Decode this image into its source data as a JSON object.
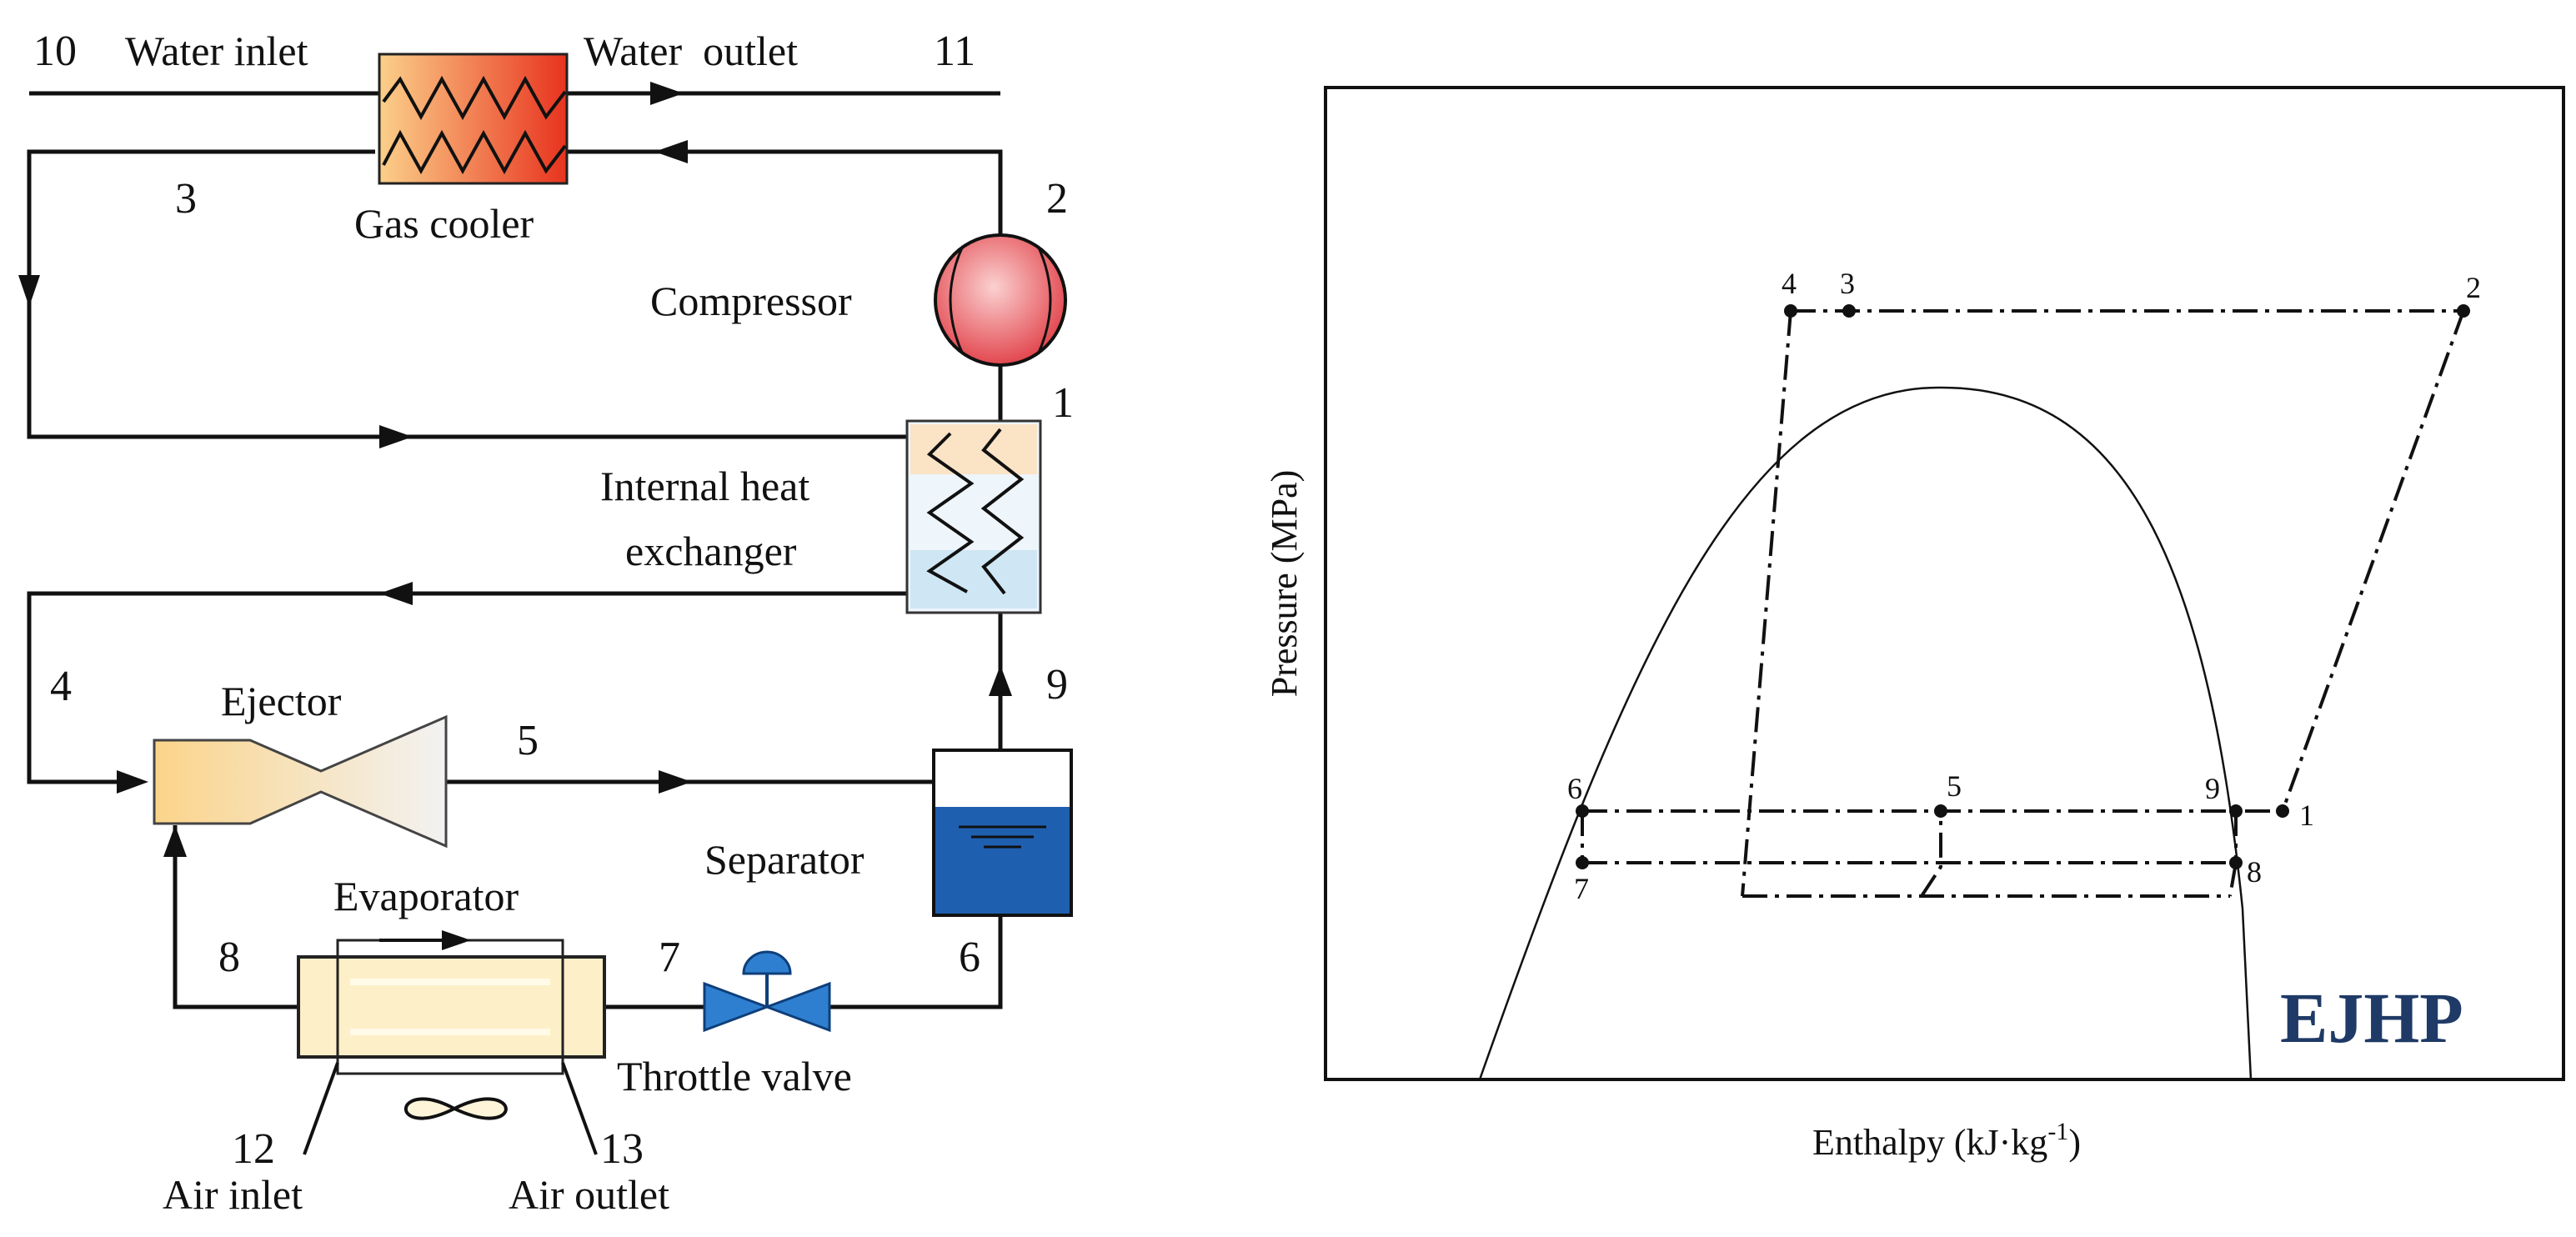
{
  "schematic": {
    "labels": {
      "water_inlet": "Water inlet",
      "water_outlet": "Water  outlet",
      "gas_cooler": "Gas cooler",
      "compressor": "Compressor",
      "ihx_line1": "Internal heat",
      "ihx_line2": "exchanger",
      "ejector": "Ejector",
      "separator": "Separator",
      "evaporator": "Evaporator",
      "throttle_valve": "Throttle valve",
      "air_inlet": "Air inlet",
      "air_outlet": "Air outlet"
    },
    "numbers": {
      "n10": "10",
      "n11": "11",
      "n2": "2",
      "n3": "3",
      "n1": "1",
      "n4": "4",
      "n9": "9",
      "n5": "5",
      "n8": "8",
      "n7": "7",
      "n6": "6",
      "n12": "12",
      "n13": "13"
    }
  },
  "ph_diagram": {
    "xlabel_main": "Enthalpy (kJ·kg",
    "xlabel_sup": "-1",
    "xlabel_end": ")",
    "ylabel": "Pressure (MPa)",
    "state_labels": {
      "s1": "1",
      "s2": "2",
      "s3": "3",
      "s4": "4",
      "s5": "5",
      "s6": "6",
      "s7": "7",
      "s8": "8",
      "s9": "9"
    },
    "watermark": "EJHP",
    "watermark_color": "#1f3a66"
  },
  "colors": {
    "gas_cooler_hot": "#e8331f",
    "gas_cooler_warm": "#fbd08a",
    "compressor": "#e8525a",
    "separator_liquid": "#1f5fb0",
    "valve": "#2f7fd0",
    "evaporator": "#fdefc8",
    "ejector": "#fde6a6"
  }
}
